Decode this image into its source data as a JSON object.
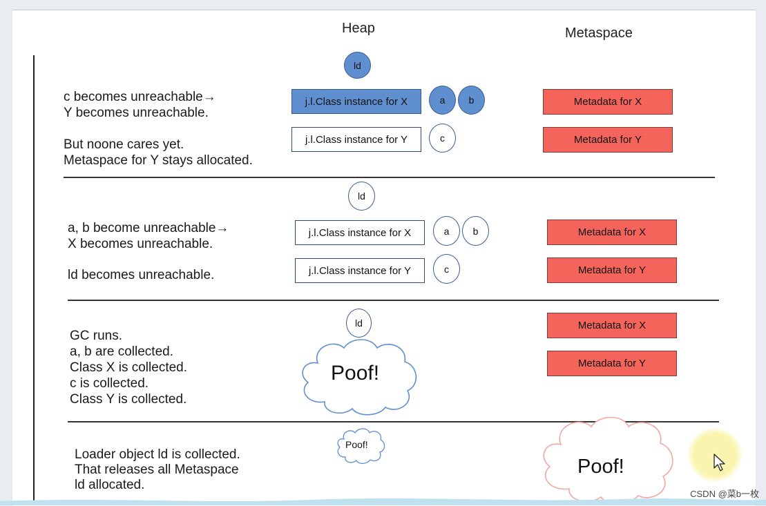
{
  "columns": {
    "heap": "Heap",
    "metaspace": "Metaspace"
  },
  "rows": [
    {
      "text_1": "c becomes unreachable→\nY becomes unreachable.",
      "text_2": "But noone cares yet.\nMetaspace for Y stays allocated.",
      "ld": "ld",
      "class_x": "j.l.Class instance for X",
      "class_y": "j.l.Class instance for Y",
      "obj_a": "a",
      "obj_b": "b",
      "obj_c": "c",
      "meta_x": "Metadata for X",
      "meta_y": "Metadata for Y"
    },
    {
      "text_1": "a, b become unreachable→\nX becomes unreachable.",
      "text_2": "ld becomes unreachable.",
      "ld": "ld",
      "class_x": "j.l.Class instance for X",
      "class_y": "j.l.Class instance for Y",
      "obj_a": "a",
      "obj_b": "b",
      "obj_c": "c",
      "meta_x": "Metadata for X",
      "meta_y": "Metadata for Y"
    },
    {
      "text_1": "GC runs.\na, b are collected.\nClass X is collected.\nc  is collected.\nClass Y is collected.",
      "ld": "ld",
      "cloud": "Poof!",
      "meta_x": "Metadata for X",
      "meta_y": "Metadata for Y"
    },
    {
      "text_1": "Loader object ld is collected.\nThat releases all Metaspace\nld allocated.",
      "small_cloud": "Poof!",
      "big_cloud": "Poof!"
    }
  ],
  "watermark": "CSDN @菜b一枚",
  "colors": {
    "filled_blue": "#5f8fcf",
    "metadata_red": "#f5645a",
    "box_border": "#2d4a7a"
  }
}
